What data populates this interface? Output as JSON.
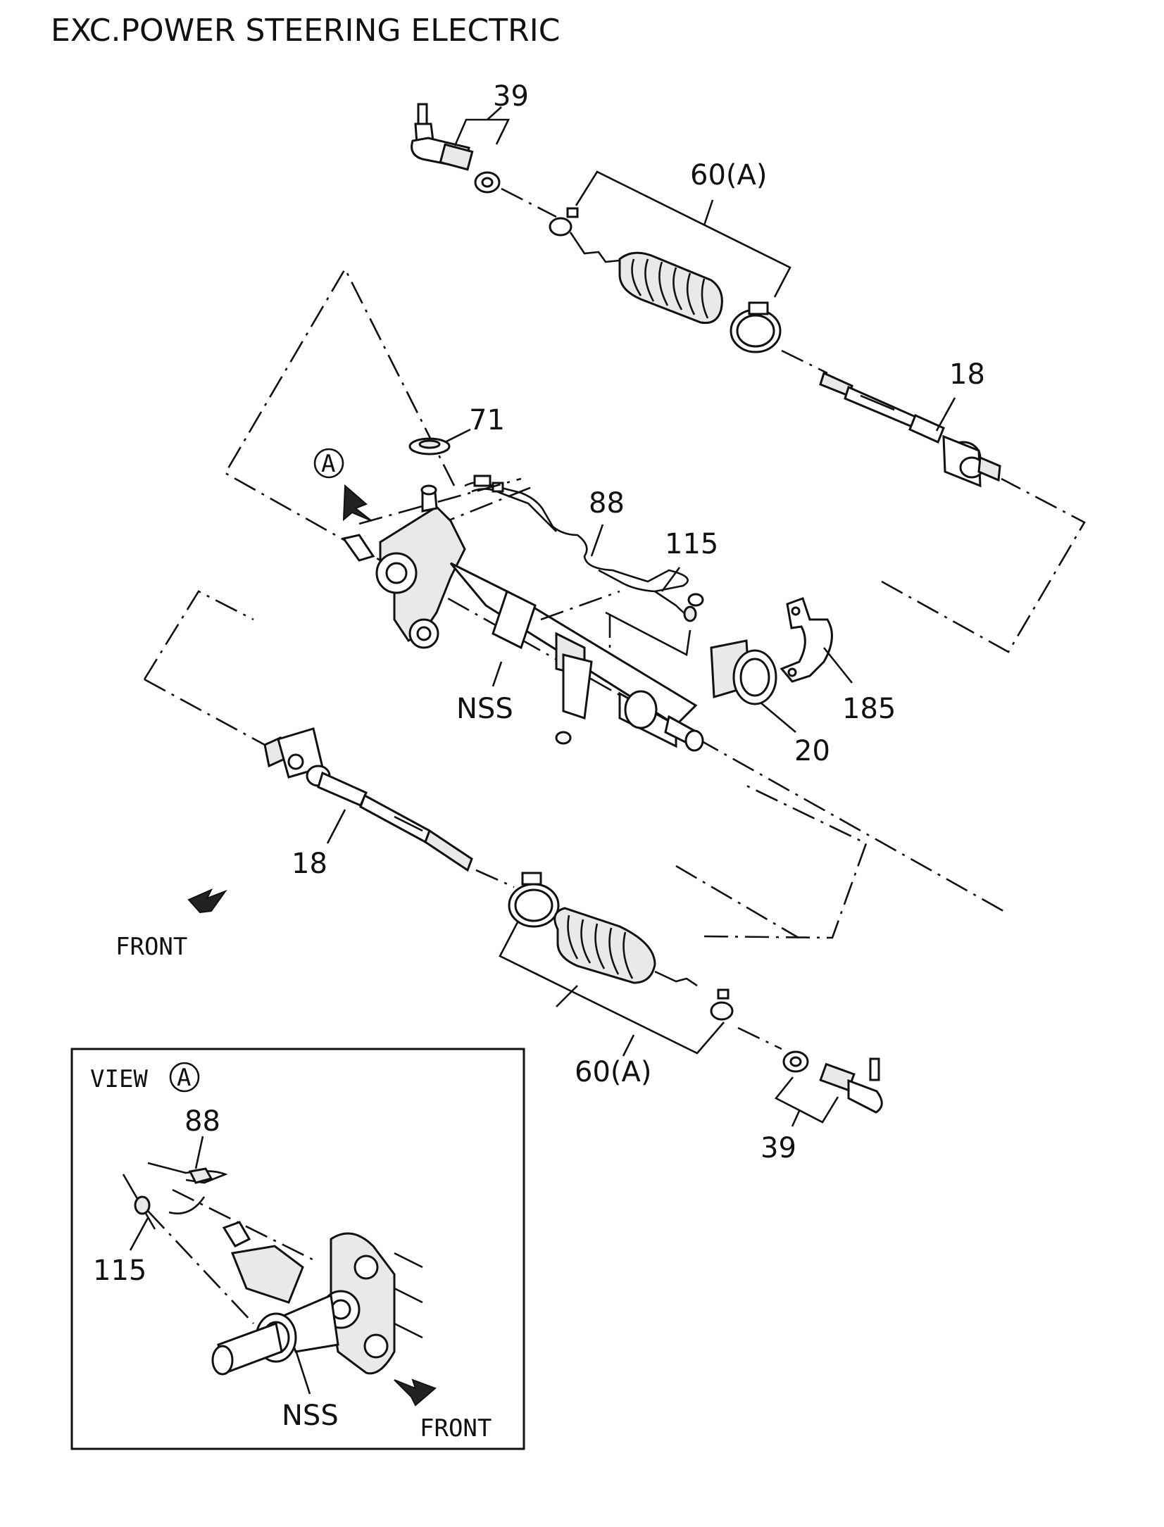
{
  "title": "EXC.POWER STEERING ELECTRIC",
  "callouts": {
    "tie_rod_end_upper": "39",
    "boot_kit_upper": "60(A)",
    "inner_tie_rod_upper": "18",
    "grommet": "71",
    "harness": "88",
    "sensor": "115",
    "gear_assembly": "NSS",
    "bracket": "185",
    "bushing": "20",
    "inner_tie_rod_lower": "18",
    "boot_kit_lower": "60(A)",
    "tie_rod_end_lower": "39"
  },
  "view_marker": "A",
  "front_label": "FRONT",
  "inset": {
    "view_label": "VIEW",
    "view_marker": "A",
    "harness": "88",
    "sensor": "115",
    "gear_assembly": "NSS",
    "front_label": "FRONT"
  }
}
